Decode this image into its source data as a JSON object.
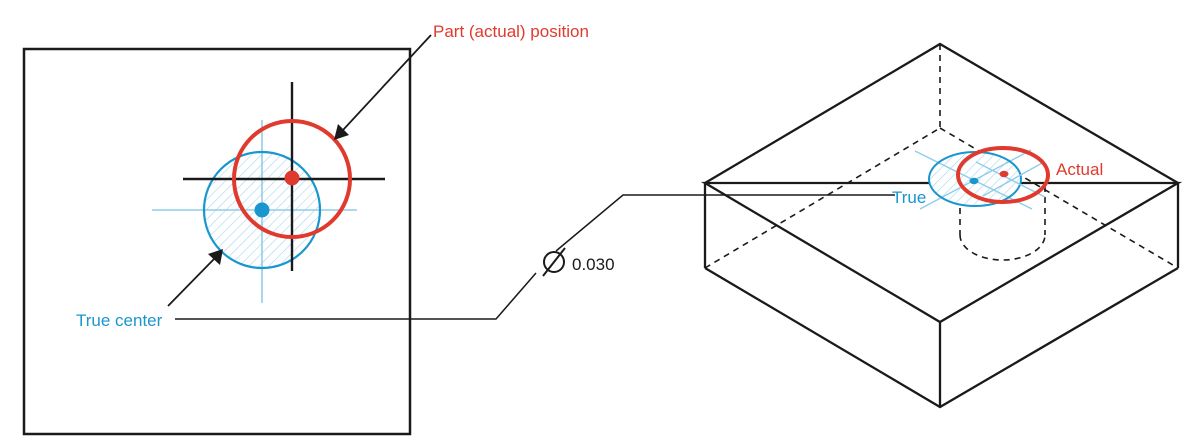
{
  "colors": {
    "actual": "#e03a2e",
    "true": "#1a96cf",
    "line": "#1a1a1a",
    "hatch": "#a6d5ec",
    "crosshair_true": "#8fcdea"
  },
  "labels": {
    "actual_position": "Part (actual) position",
    "true_center": "True center",
    "tolerance_value": "0.030",
    "iso_actual": "Actual",
    "iso_true": "True"
  },
  "symbols": {
    "diameter": "diameter-symbol"
  },
  "icons": {
    "arrow": "arrowhead-icon"
  }
}
